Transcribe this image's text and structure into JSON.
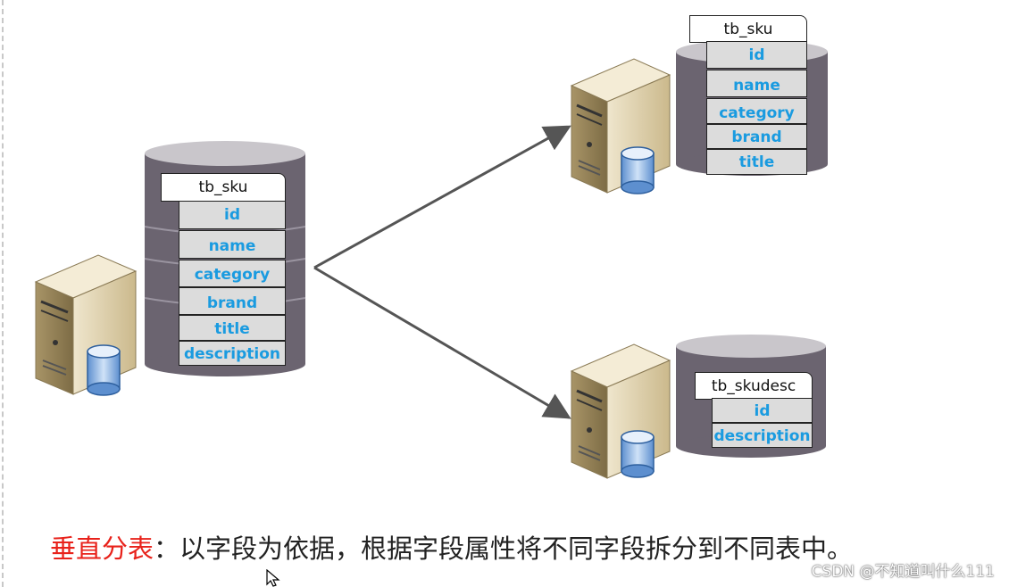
{
  "source_table": {
    "name": "tb_sku",
    "fields": [
      "id",
      "name",
      "category",
      "brand",
      "title",
      "description"
    ]
  },
  "target_tables": [
    {
      "name": "tb_sku",
      "fields": [
        "id",
        "name",
        "category",
        "brand",
        "title"
      ]
    },
    {
      "name": "tb_skudesc",
      "fields": [
        "id",
        "description"
      ]
    }
  ],
  "caption": {
    "highlight": "垂直分表",
    "text": "：以字段为依据，根据字段属性将不同字段拆分到不同表中。"
  },
  "watermark": "CSDN @不知道叫什么111",
  "colors": {
    "field_text": "#1a9be0",
    "field_bg": "#dcdcdc",
    "highlight": "#e8221b",
    "cylinder": "#6b6470",
    "cylinder_top": "#c9c6cb",
    "server": "#d8cbaa",
    "arrow": "#555555"
  },
  "icons": [
    "server-icon",
    "database-icon",
    "arrow-icon",
    "cursor-icon"
  ]
}
